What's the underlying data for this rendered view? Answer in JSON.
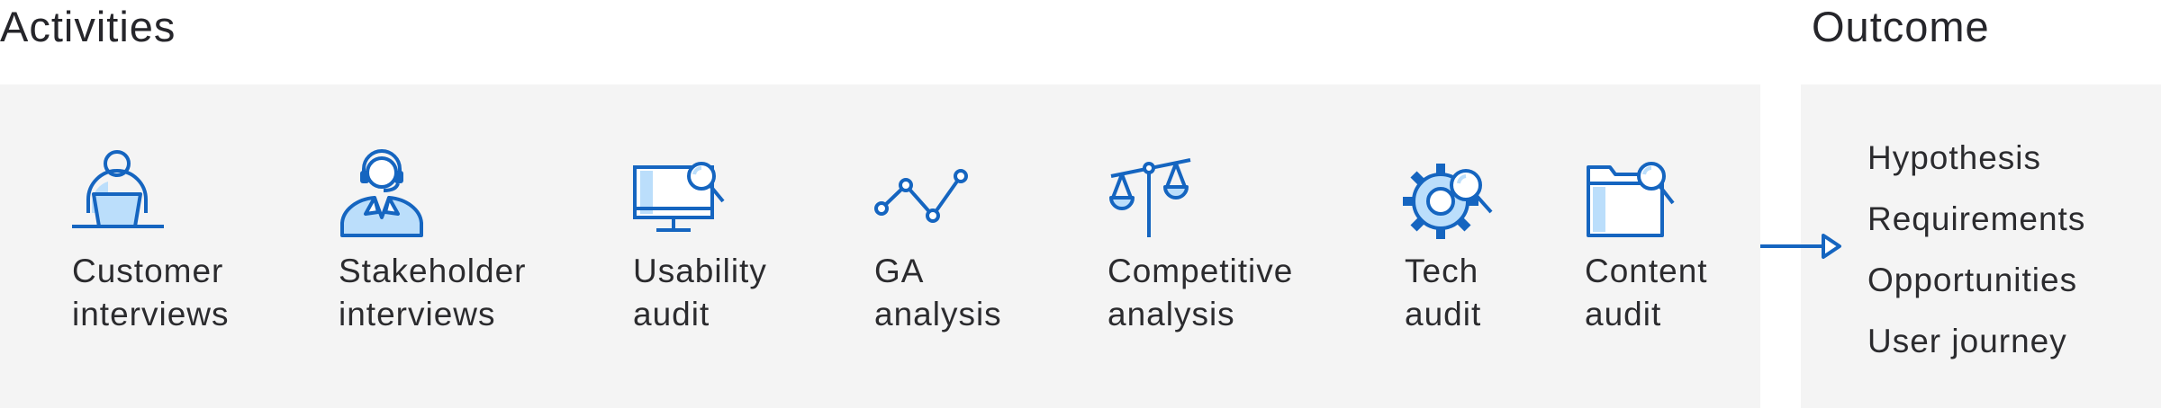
{
  "headings": {
    "activities": "Activities",
    "outcome": "Outcome"
  },
  "colors": {
    "icon_stroke": "#1565c0",
    "icon_fill": "#bbdefb",
    "panel": "#f4f4f4",
    "text": "#2b2b2e"
  },
  "activities": [
    {
      "icon": "customer-interview-icon",
      "line1": "Customer",
      "line2": "interviews"
    },
    {
      "icon": "stakeholder-headset-icon",
      "line1": "Stakeholder",
      "line2": "interviews"
    },
    {
      "icon": "monitor-magnifier-icon",
      "line1": "Usability",
      "line2": "audit"
    },
    {
      "icon": "line-graph-icon",
      "line1": "GA",
      "line2": "analysis"
    },
    {
      "icon": "balance-scale-icon",
      "line1": "Competitive",
      "line2": "analysis"
    },
    {
      "icon": "gear-magnifier-icon",
      "line1": "Tech",
      "line2": "audit"
    },
    {
      "icon": "folder-magnifier-icon",
      "line1": "Content",
      "line2": "audit"
    }
  ],
  "outcomes": [
    "Hypothesis",
    "Requirements",
    "Opportunities",
    "User journey"
  ]
}
